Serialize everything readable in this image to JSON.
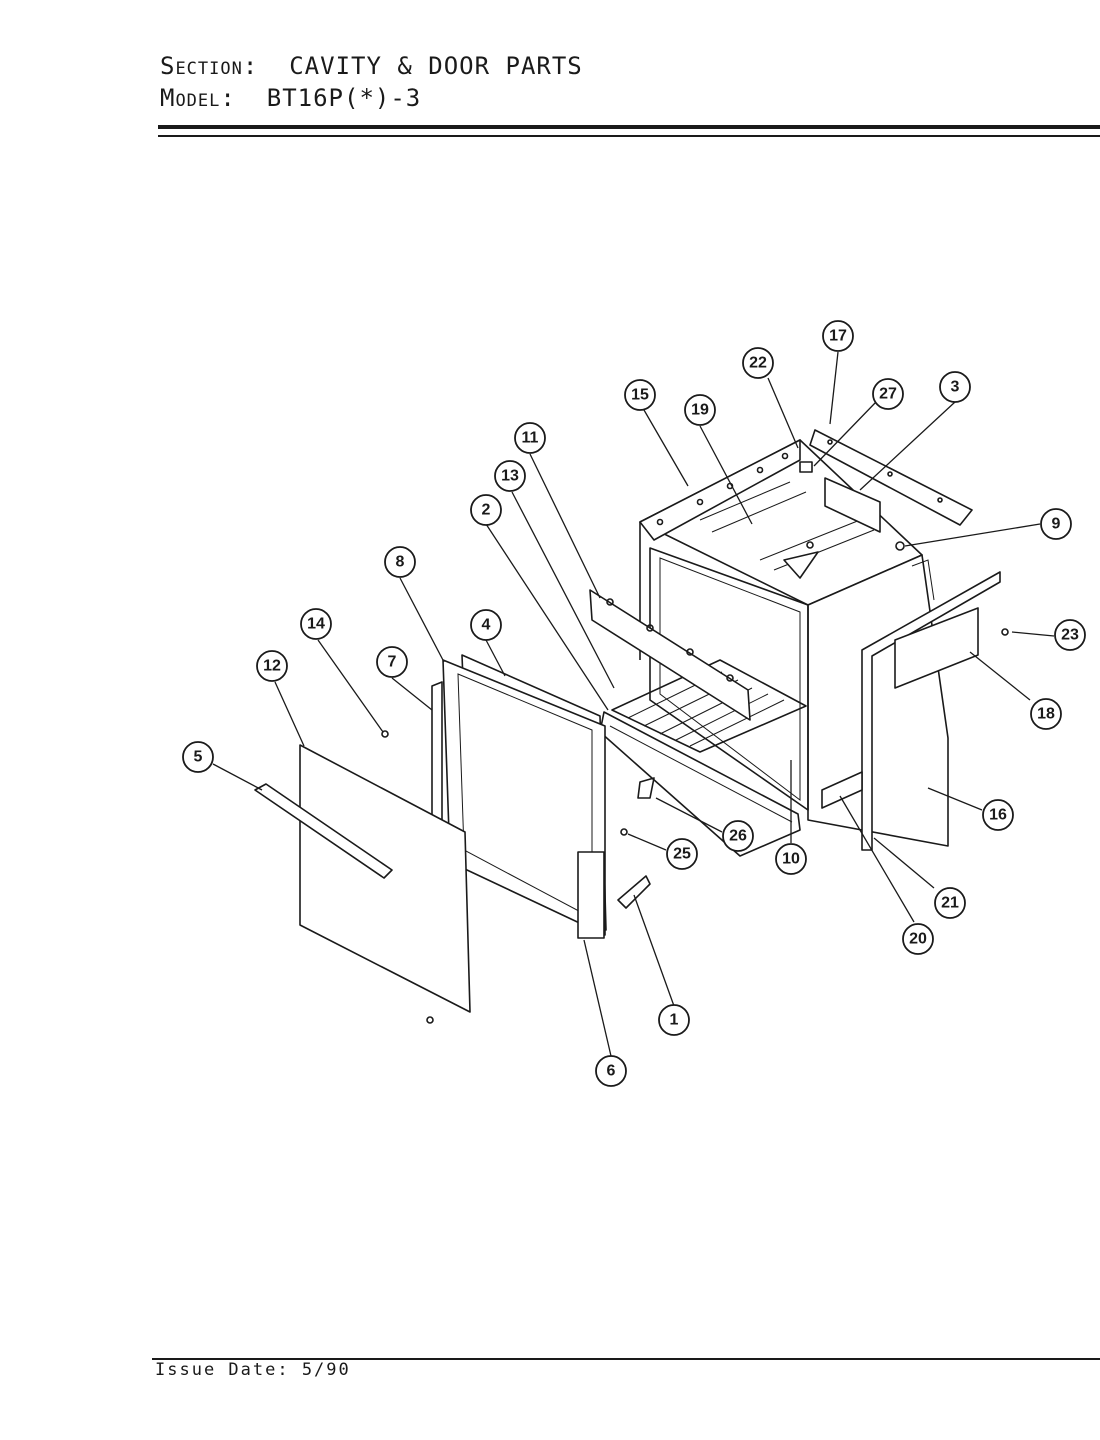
{
  "header": {
    "section_label": "Section:",
    "section_value": "CAVITY & DOOR PARTS",
    "model_label": "Model:",
    "model_value": "BT16P(*)-3"
  },
  "footer": {
    "issue_date": "Issue Date: 5/90"
  },
  "callouts": [
    {
      "id": "c1",
      "label": "1"
    },
    {
      "id": "c2",
      "label": "2"
    },
    {
      "id": "c3",
      "label": "3"
    },
    {
      "id": "c4",
      "label": "4"
    },
    {
      "id": "c5",
      "label": "5"
    },
    {
      "id": "c6",
      "label": "6"
    },
    {
      "id": "c7",
      "label": "7"
    },
    {
      "id": "c8",
      "label": "8"
    },
    {
      "id": "c9",
      "label": "9"
    },
    {
      "id": "c10",
      "label": "10"
    },
    {
      "id": "c11",
      "label": "11"
    },
    {
      "id": "c12",
      "label": "12"
    },
    {
      "id": "c13",
      "label": "13"
    },
    {
      "id": "c14",
      "label": "14"
    },
    {
      "id": "c15",
      "label": "15"
    },
    {
      "id": "c16",
      "label": "16"
    },
    {
      "id": "c17",
      "label": "17"
    },
    {
      "id": "c18",
      "label": "18"
    },
    {
      "id": "c19",
      "label": "19"
    },
    {
      "id": "c20",
      "label": "20"
    },
    {
      "id": "c21",
      "label": "21"
    },
    {
      "id": "c22",
      "label": "22"
    },
    {
      "id": "c23",
      "label": "23"
    },
    {
      "id": "c25",
      "label": "25"
    },
    {
      "id": "c26",
      "label": "26"
    },
    {
      "id": "c27",
      "label": "27"
    }
  ]
}
